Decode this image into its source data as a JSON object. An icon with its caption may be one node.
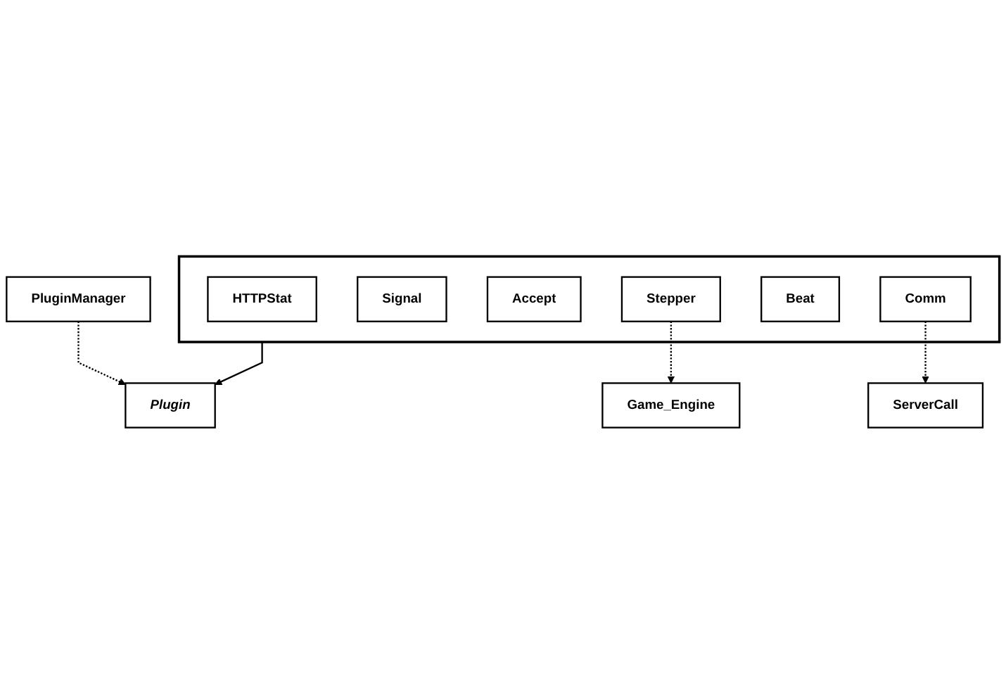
{
  "diagram": {
    "nodes": [
      {
        "text": [
          "Plugin"
        ]
      },
      {
        "text": [
          "PluginManager"
        ]
      },
      {
        "text": [],
        "shape": "box"
      },
      {
        "text": [
          "HTTPStat"
        ],
        "in": 2
      },
      {
        "text": [
          "Signal"
        ],
        "in": 2
      },
      {
        "text": [
          "Accept"
        ],
        "in": 2
      },
      {
        "text": [
          "Stepper"
        ],
        "in": 2
      },
      {
        "text": [
          "Beat"
        ],
        "in": 2
      },
      {
        "text": [
          "Comm"
        ],
        "in": 2
      },
      {
        "text": [
          "Game_Engine"
        ]
      },
      {
        "text": [
          "ServerCall"
        ]
      }
    ],
    "edges": [
      {
        "from": 1,
        "to": 0,
        "arrow": "to",
        "style": "dashed"
      },
      {
        "from": 2,
        "to": 0,
        "arrow": "to"
      },
      {
        "from": 6,
        "to": 9,
        "arrow": "to",
        "style": "dashed"
      },
      {
        "from": 8,
        "to": 10,
        "arrow": "to",
        "style": "dashed"
      }
    ]
  }
}
